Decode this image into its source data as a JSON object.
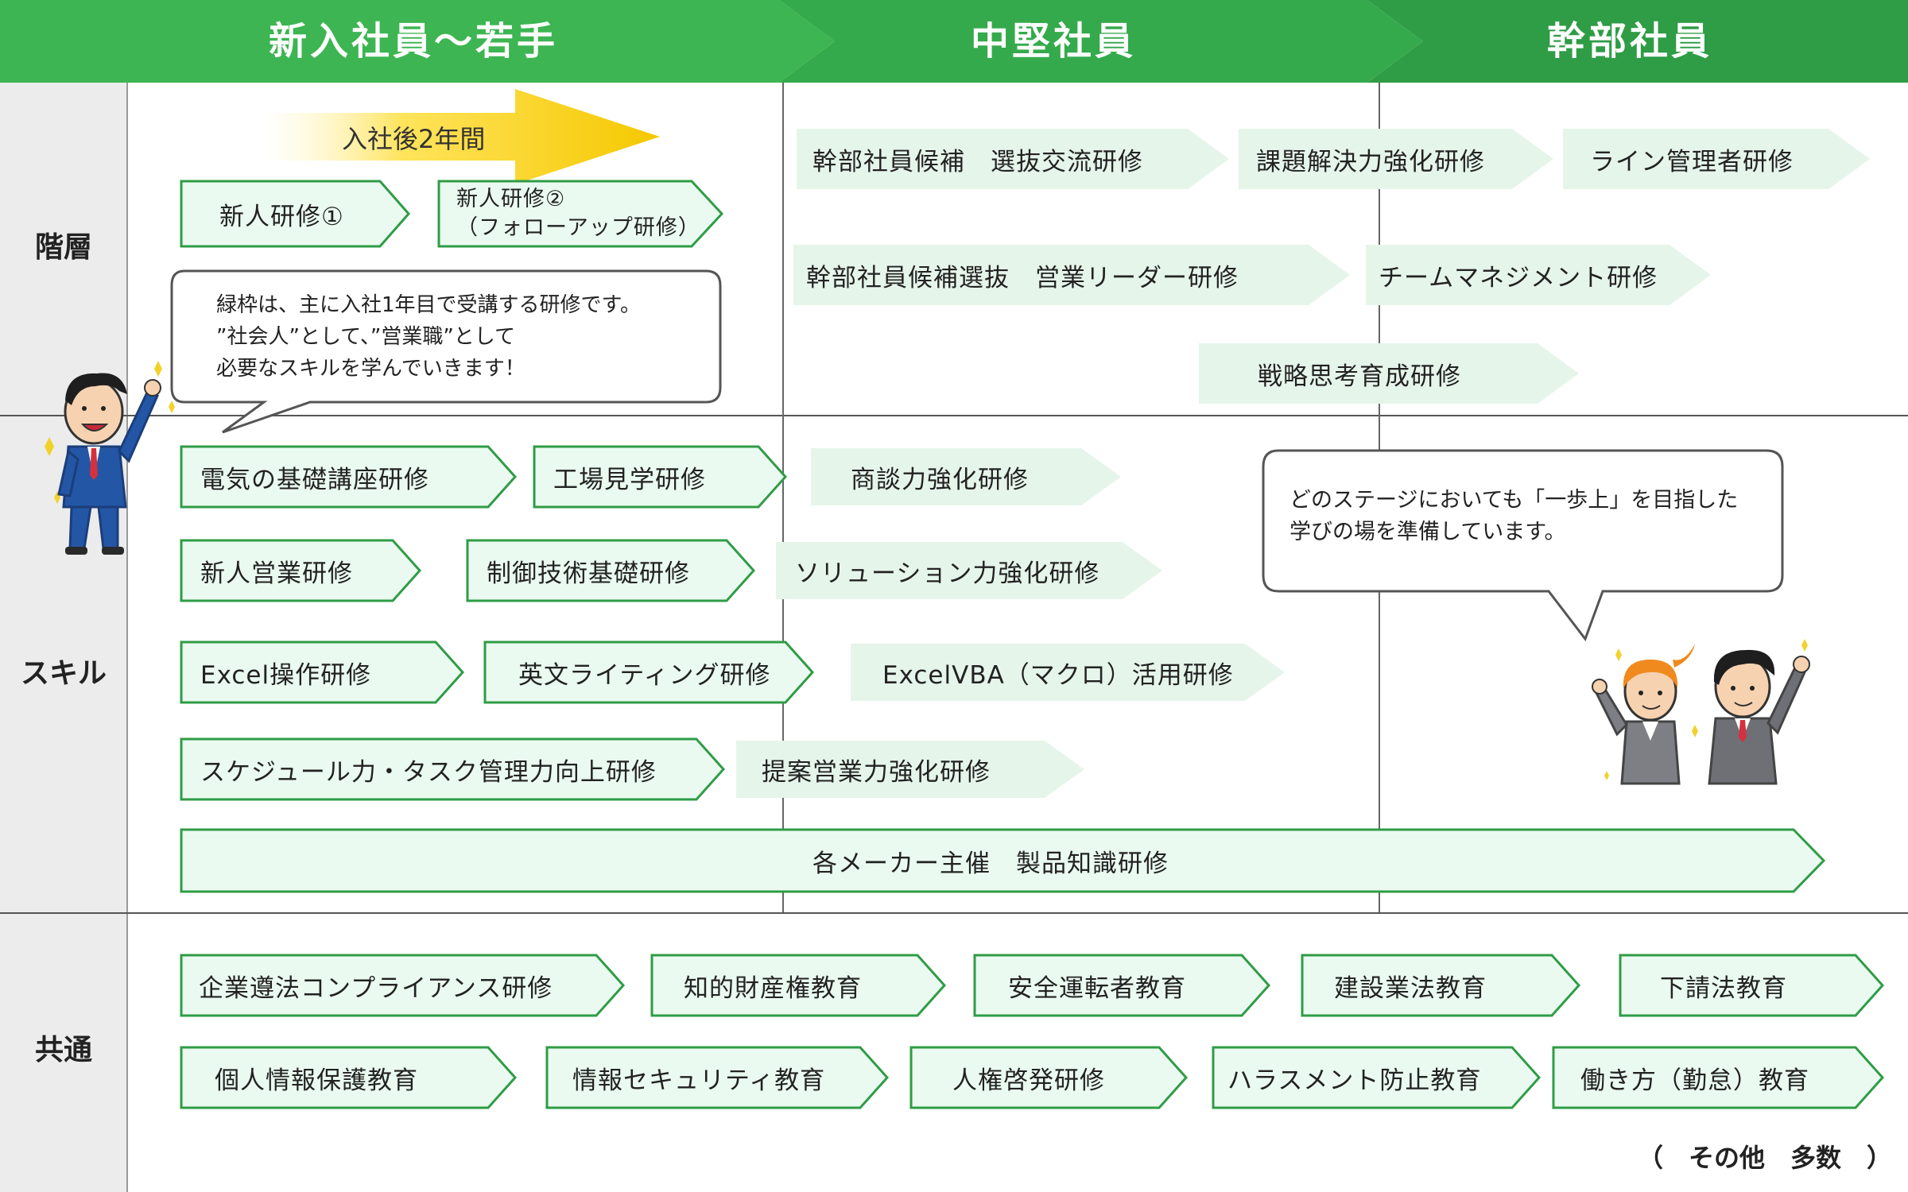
{
  "header": {
    "stages": [
      {
        "label": "新入社員～若手"
      },
      {
        "label": "中堅社員"
      },
      {
        "label": "幹部社員"
      }
    ],
    "colors": {
      "stage1": "#3cb350",
      "stage2": "#35a94b",
      "stage3": "#2e9a44"
    }
  },
  "rows": {
    "hierarchy": "階層",
    "skill": "スキル",
    "common": "共通"
  },
  "period_arrow": {
    "label": "入社後2年間"
  },
  "hierarchy_items": {
    "shinjin1": "新人研修①",
    "shinjin2_line1": "新人研修②",
    "shinjin2_line2": "（フォローアップ研修）",
    "senbatsu_koryu": "幹部社員候補　選抜交流研修",
    "kadai": "課題解決力強化研修",
    "line": "ライン管理者研修",
    "eigyo_leader": "幹部社員候補選抜　営業リーダー研修",
    "team": "チームマネジメント研修",
    "senryaku": "戦略思考育成研修"
  },
  "skill_items": {
    "denki": "電気の基礎講座研修",
    "kojo": "工場見学研修",
    "shodan": "商談力強化研修",
    "eigyo": "新人営業研修",
    "seigyo": "制御技術基礎研修",
    "solution": "ソリューション力強化研修",
    "excel": "Excel操作研修",
    "eibun": "英文ライティング研修",
    "excelvba": "ExcelVBA（マクロ）活用研修",
    "schedule": "スケジュール力・タスク管理力向上研修",
    "teian": "提案営業力強化研修",
    "maker": "各メーカー主催　製品知識研修"
  },
  "common_items": {
    "compliance": "企業遵法コンプライアンス研修",
    "chiteki": "知的財産権教育",
    "anzen": "安全運転者教育",
    "kensetsu": "建設業法教育",
    "shitauke": "下請法教育",
    "kojin": "個人情報保護教育",
    "security": "情報セキュリティ教育",
    "jinken": "人権啓発研修",
    "harassment": "ハラスメント防止教育",
    "hatarakikata": "働き方（勤怠）教育"
  },
  "bubbles": {
    "left_line1": "緑枠は、主に入社1年目で受講する研修です。",
    "left_line2": "”社会人”として、”営業職”として",
    "left_line3": "必要なスキルを学んでいきます！",
    "right_line1": "どのステージにおいても「一歩上」を目指した",
    "right_line2": "学びの場を準備しています。"
  },
  "footer": {
    "note": "（　その他　多数　）"
  }
}
